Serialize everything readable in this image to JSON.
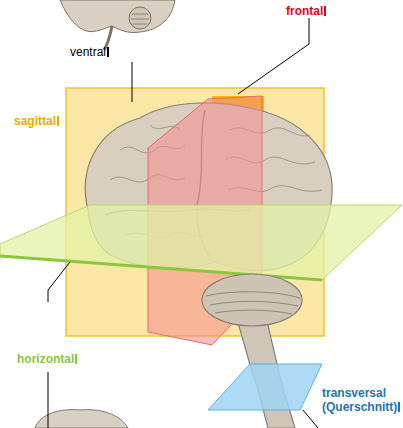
{
  "diagram": {
    "labels": [
      "ventral",
      "frontal",
      "sagittal",
      "horizontal",
      "transversal (Querschnitt)"
    ]
  }
}
